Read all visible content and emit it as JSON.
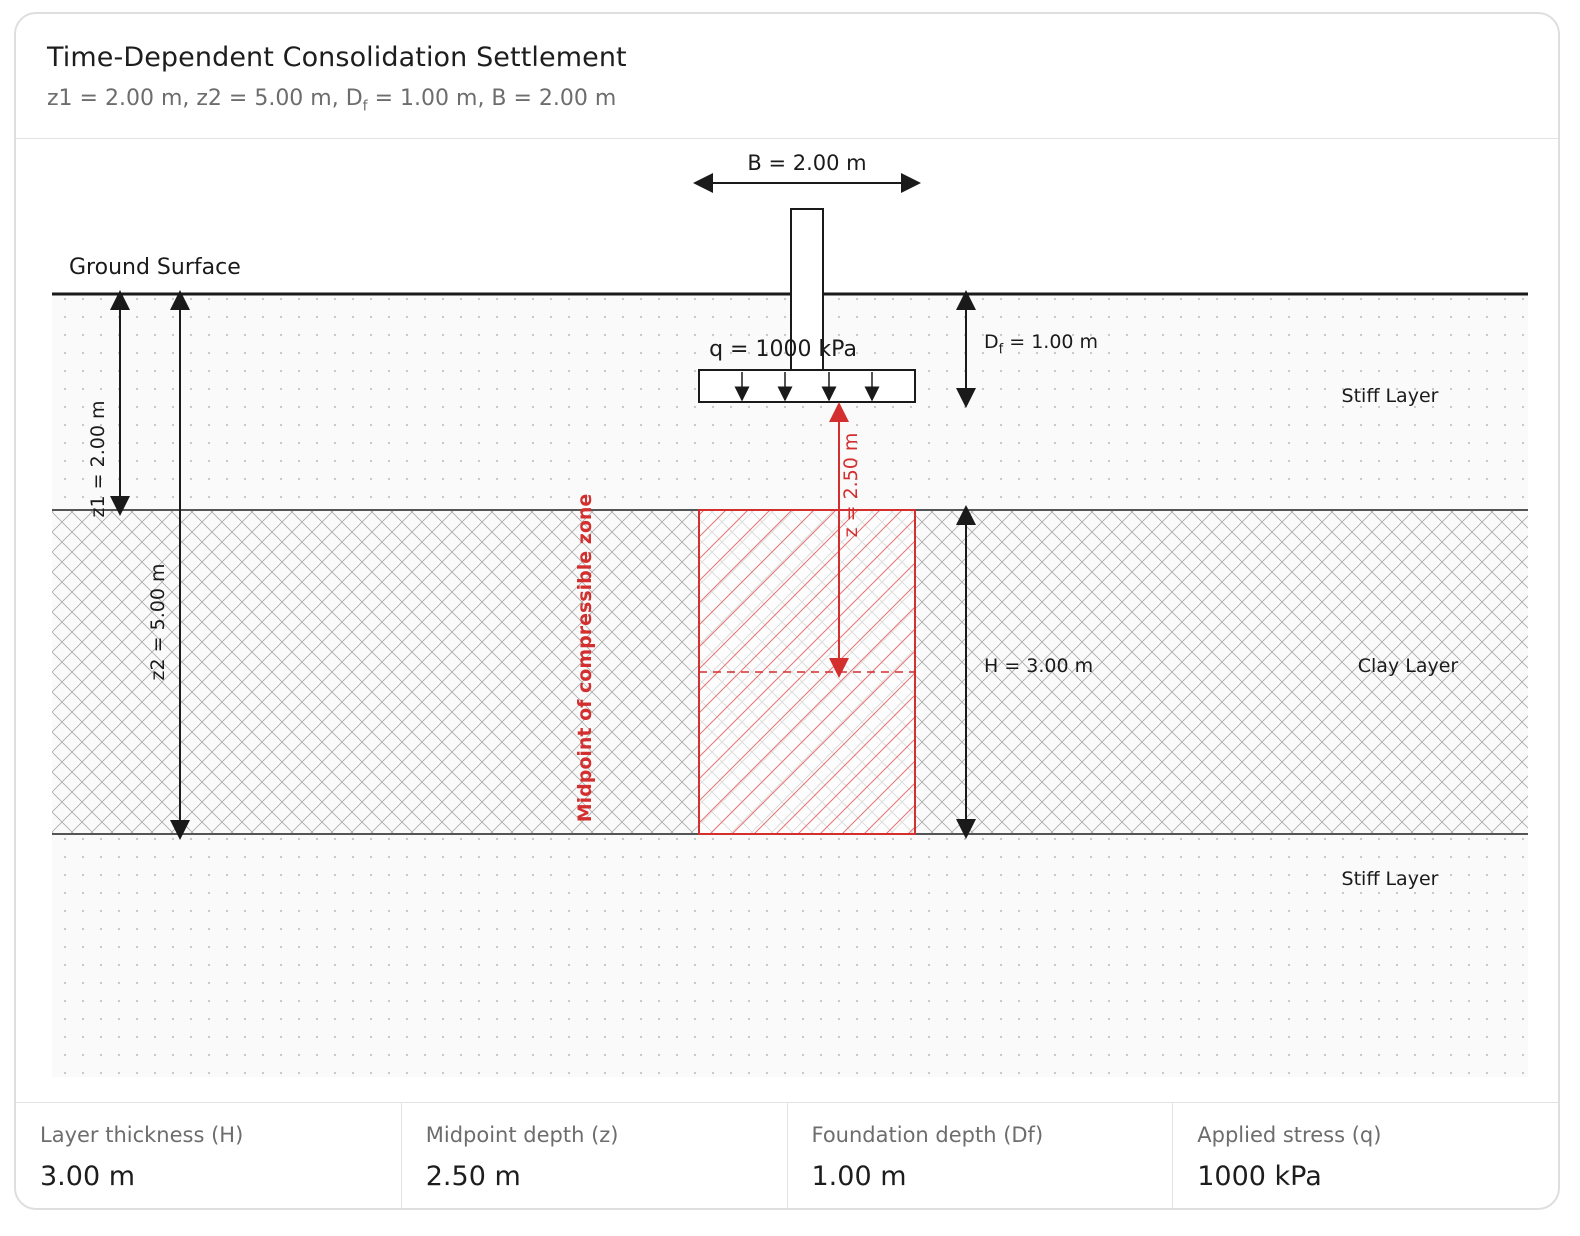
{
  "header": {
    "title": "Time-Dependent Consolidation Settlement",
    "subtitle_pre": "z1 = 2.00 m, z2 = 5.00 m, D",
    "subtitle_sub": "f",
    "subtitle_post": " = 1.00 m, B = 2.00 m"
  },
  "diagram": {
    "ground_surface_label": "Ground Surface",
    "width_label": "B = 2.00 m",
    "load_label": "q = 1000 kPa",
    "df_label_pre": "D",
    "df_label_sub": "f",
    "df_label_post": " = 1.00 m",
    "z1_label": "z1 = 2.00 m",
    "z2_label": "z2 = 5.00 m",
    "z_label": "z = 2.50 m",
    "h_label": "H = 3.00 m",
    "midpoint_label": "Midpoint of compressible zone",
    "layers": {
      "top": "Stiff Layer",
      "clay": "Clay Layer",
      "bottom": "Stiff Layer"
    },
    "colors": {
      "accent_red": "#d32f2f",
      "line_dark": "#1a1a1a",
      "layer_fill": "#fafafa"
    }
  },
  "stats": [
    {
      "label": "Layer thickness (H)",
      "value": "3.00 m"
    },
    {
      "label": "Midpoint depth (z)",
      "value": "2.50 m"
    },
    {
      "label": "Foundation depth (Df)",
      "value": "1.00 m"
    },
    {
      "label": "Applied stress (q)",
      "value": "1000 kPa"
    }
  ]
}
